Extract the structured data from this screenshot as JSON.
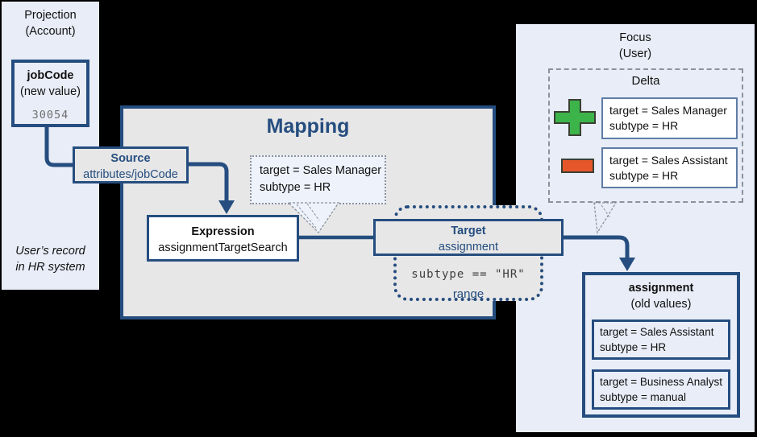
{
  "colors": {
    "navy": "#254d7f",
    "panel_blue": "#e8edf7",
    "panel_gray": "#e7e7e7",
    "bubble": "#edf2fb",
    "slate": "#5f7ca6",
    "dash_gray": "#8b929d",
    "mono_gray": "#6f6f6f",
    "green": "#3cb44a",
    "red": "#e5572b",
    "icon_border": "#3a3f34"
  },
  "projection": {
    "title_line1": "Projection",
    "title_line2": "(Account)",
    "jobcode": {
      "name": "jobCode",
      "qualifier": "(new value)",
      "value": "30054"
    },
    "footnote_line1": "User’s record",
    "footnote_line2": "in HR system"
  },
  "mapping": {
    "title": "Mapping",
    "source": {
      "label": "Source",
      "value": "attributes/jobCode"
    },
    "expression": {
      "label": "Expression",
      "value": "assignmentTargetSearch"
    },
    "target": {
      "label": "Target",
      "value": "assignment"
    },
    "range": {
      "condition": "subtype == \"HR\"",
      "label": "range"
    },
    "bubble": {
      "line1": "target = Sales Manager",
      "line2": "subtype = HR"
    }
  },
  "focus": {
    "title_line1": "Focus",
    "title_line2": "(User)",
    "delta": {
      "title": "Delta",
      "add_icon": "plus-icon",
      "remove_icon": "minus-icon",
      "add": {
        "line1": "target = Sales Manager",
        "line2": "subtype = HR"
      },
      "remove": {
        "line1": "target = Sales Assistant",
        "line2": "subtype = HR"
      }
    },
    "assignment": {
      "label": "assignment",
      "qualifier": "(old values)",
      "items": [
        {
          "line1": "target = Sales Assistant",
          "line2": "subtype = HR"
        },
        {
          "line1": "target = Business Analyst",
          "line2": "subtype = manual"
        }
      ]
    }
  }
}
